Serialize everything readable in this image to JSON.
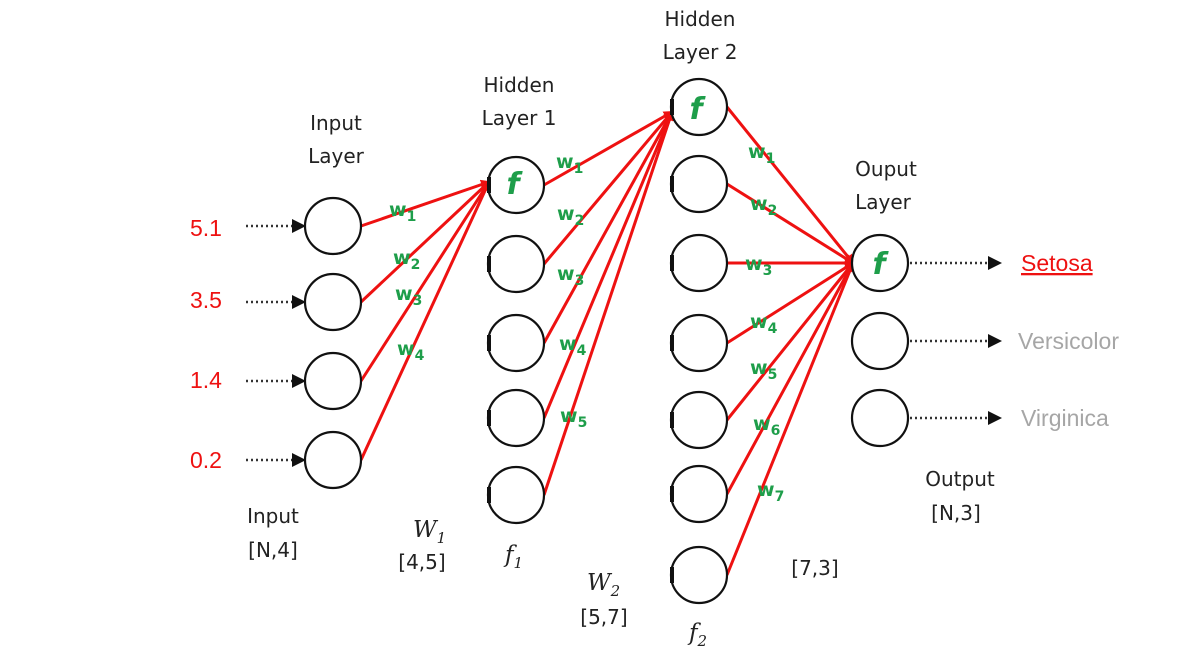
{
  "colors": {
    "edge": "#ee1111",
    "weight_label": "#1e9e4a",
    "activation": "#1e9e4a",
    "input_value": "#ee1111",
    "predicted_class": "#ee1111",
    "other_class": "#a6a6a6",
    "text": "#222222"
  },
  "icons": {
    "arrow": "arrow-right-icon",
    "neuron": "circle-node"
  },
  "layers": {
    "input": {
      "title_line1": "Input",
      "title_line2": "Layer",
      "count": 4
    },
    "hidden1": {
      "title_line1": "Hidden",
      "title_line2": "Layer 1",
      "count": 5
    },
    "hidden2": {
      "title_line1": "Hidden",
      "title_line2": "Layer 2",
      "count": 7
    },
    "output": {
      "title_line1": "Ouput",
      "title_line2": "Layer",
      "count": 3
    }
  },
  "activation_symbol": "f",
  "inputs": [
    "5.1",
    "3.5",
    "1.4",
    "0.2"
  ],
  "outputs": [
    {
      "label": "Setosa",
      "selected": true
    },
    {
      "label": "Versicolor",
      "selected": false
    },
    {
      "label": "Virginica",
      "selected": false
    }
  ],
  "weights": {
    "symbol": "w",
    "layer1": [
      "1",
      "2",
      "3",
      "4"
    ],
    "layer2": [
      "1",
      "2",
      "3",
      "4",
      "5"
    ],
    "layer3": [
      "1",
      "2",
      "3",
      "4",
      "5",
      "6",
      "7"
    ]
  },
  "annotations": {
    "input_name": "Input",
    "input_shape": "[N,4]",
    "w1_symbol": "W",
    "w1_sub": "1",
    "w1_shape": "[4,5]",
    "f1_symbol": "f",
    "f1_sub": "1",
    "w2_symbol": "W",
    "w2_sub": "2",
    "w2_shape": "[5,7]",
    "f2_symbol": "f",
    "f2_sub": "2",
    "w3_shape": "[7,3]",
    "output_name": "Output",
    "output_shape": "[N,3]"
  }
}
